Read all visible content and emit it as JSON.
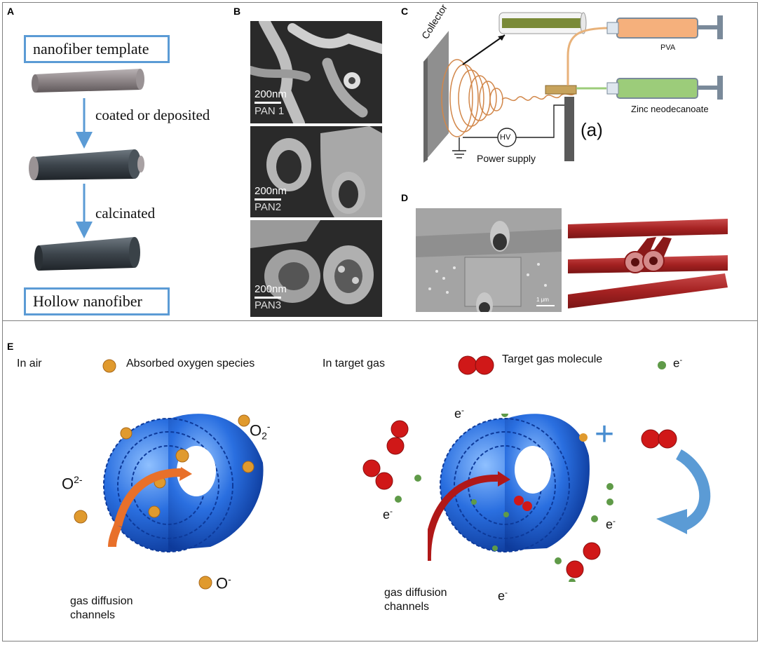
{
  "panel_a": {
    "label": "A",
    "top_box": "nanofiber template",
    "step1": "coated or deposited",
    "step2": "calcinated",
    "bottom_box": "Hollow nanofiber"
  },
  "panel_b": {
    "label": "B",
    "images": [
      {
        "scale": "200nm",
        "name": "PAN 1"
      },
      {
        "scale": "200nm",
        "name": "PAN2"
      },
      {
        "scale": "200nm",
        "name": "PAN3"
      }
    ]
  },
  "panel_c": {
    "label": "C",
    "collector": "Collector",
    "syringe_top": "PVA",
    "syringe_bottom": "Zinc neodecanoate",
    "sub_label": "(a)",
    "hv": "HV",
    "power": "Power supply"
  },
  "panel_d": {
    "label": "D",
    "scale": "1 μm"
  },
  "panel_e": {
    "label": "E",
    "in_air": "In air",
    "absorbed": "Absorbed oxygen species",
    "in_target": "In target gas",
    "target_molecule": "Target gas molecule",
    "electron_base": "e",
    "electron_sup": "-",
    "o2minus_base": "O",
    "o2minus_sub": "2",
    "o2minus_sup": "-",
    "o2m_base": "O",
    "o2m_sup": "2-",
    "ominus_base": "O",
    "ominus_sup": "-",
    "channels_left": "gas diffusion\nchannels",
    "channels_right": "gas diffusion\nchannels",
    "plus": "+"
  },
  "colors": {
    "frame": "#7f7f7f",
    "box_border": "#5b9bd5",
    "arrow_blue": "#5b9bd5",
    "bead_blue": "#1f5fd6",
    "oxygen": "#e09a2e",
    "target_red": "#d01818",
    "electron": "#5f9a48",
    "fiber_red": "#b32626"
  }
}
